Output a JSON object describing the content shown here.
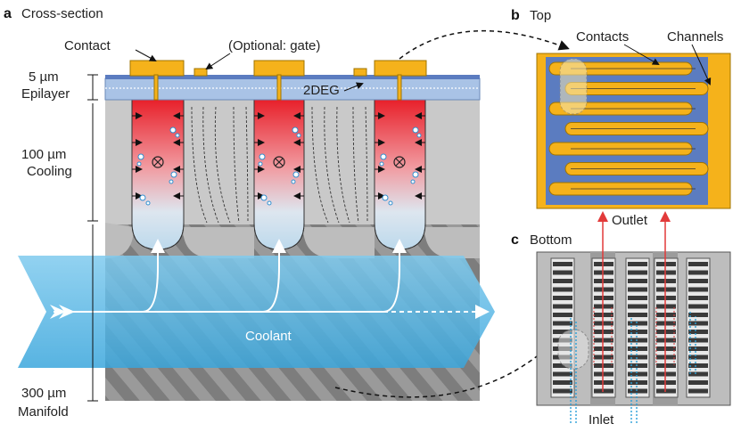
{
  "panel_a": {
    "letter": "a",
    "title": "Cross-section",
    "contact_label": "Contact",
    "gate_label": "(Optional: gate)",
    "twodeg_label": "2DEG",
    "layers": [
      {
        "thickness": "5 µm",
        "name": "Epilayer"
      },
      {
        "thickness": "100 µm",
        "name": "Cooling"
      },
      {
        "thickness": "300 µm",
        "name": "Manifold"
      }
    ],
    "coolant_label": "Coolant"
  },
  "panel_b": {
    "letter": "b",
    "title": "Top",
    "contacts_label": "Contacts",
    "channels_label": "Channels",
    "outlet_label": "Outlet"
  },
  "panel_c": {
    "letter": "c",
    "title": "Bottom",
    "inlet_label": "Inlet"
  },
  "colors": {
    "gold": "#f5b21b",
    "epilayer": "#a9c3e6",
    "substrate": "#c9c9c9",
    "coolant": "#59b8e6",
    "hot": "#e8202a",
    "outlet_arrow": "#e23a3a",
    "inlet_dash": "#2aa0d8"
  }
}
